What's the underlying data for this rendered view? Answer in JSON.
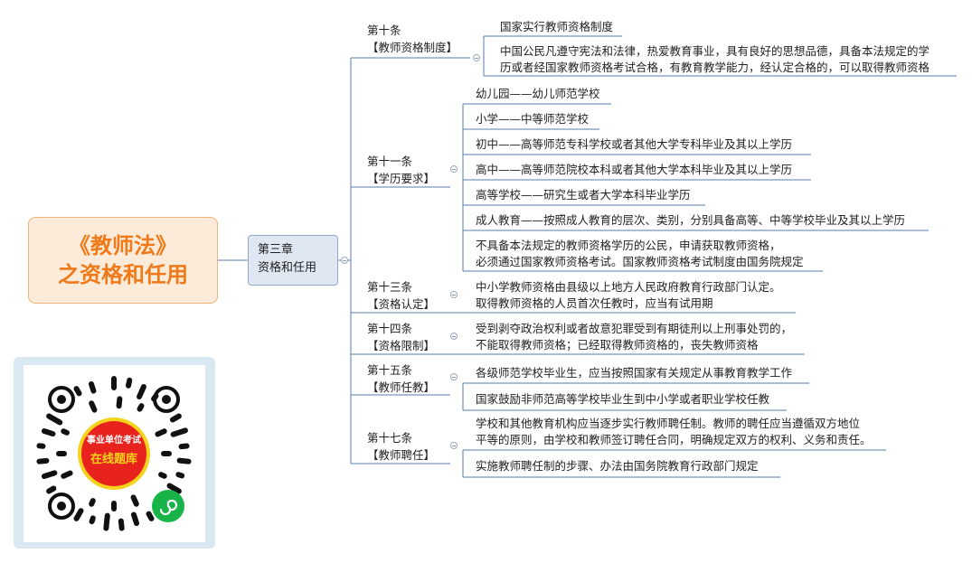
{
  "root": {
    "line1": "《教师法》",
    "line2": "之资格和任用"
  },
  "chapter": {
    "line1": "第三章",
    "line2": "资格和任用"
  },
  "articles": [
    {
      "id": "a10",
      "title": "第十条",
      "subtitle": "【教师资格制度】",
      "leaves": [
        {
          "lines": [
            "国家实行教师资格制度"
          ]
        },
        {
          "lines": [
            "中国公民凡遵守宪法和法律，热爱教育事业，具有良好的思想品德，具备本法规定的学",
            "历或者经国家教师资格考试合格，有教育教学能力，经认定合格的，可以取得教师资格"
          ]
        }
      ]
    },
    {
      "id": "a11",
      "title": "第十一条",
      "subtitle": "【学历要求】",
      "leaves": [
        {
          "lines": [
            "幼儿园——幼儿师范学校"
          ]
        },
        {
          "lines": [
            "小学——中等师范学校"
          ]
        },
        {
          "lines": [
            "初中——高等师范专科学校或者其他大学专科毕业及其以上学历"
          ]
        },
        {
          "lines": [
            "高中——高等师范院校本科或者其他大学本科毕业及其以上学历"
          ]
        },
        {
          "lines": [
            "高等学校——研究生或者大学本科毕业学历"
          ]
        },
        {
          "lines": [
            "成人教育——按照成人教育的层次、类别，分别具备高等、中等学校毕业及其以上学历"
          ]
        },
        {
          "lines": [
            "不具备本法规定的教师资格学历的公民，申请获取教师资格，",
            "必须通过国家教师资格考试。国家教师资格考试制度由国务院规定"
          ]
        }
      ]
    },
    {
      "id": "a13",
      "title": "第十三条",
      "subtitle": "【资格认定】",
      "leaves": [
        {
          "lines": [
            "中小学教师资格由县级以上地方人民政府教育行政部门认定。",
            "取得教师资格的人员首次任教时，应当有试用期"
          ]
        }
      ]
    },
    {
      "id": "a14",
      "title": "第十四条",
      "subtitle": "【资格限制】",
      "leaves": [
        {
          "lines": [
            "受到剥夺政治权利或者故意犯罪受到有期徒刑以上刑事处罚的，",
            "不能取得教师资格；已经取得教师资格的，丧失教师资格"
          ]
        }
      ]
    },
    {
      "id": "a15",
      "title": "第十五条",
      "subtitle": "【教师任教】",
      "leaves": [
        {
          "lines": [
            "各级师范学校毕业生，应当按照国家有关规定从事教育教学工作"
          ]
        },
        {
          "lines": [
            "国家鼓励非师范高等学校毕业生到中小学或者职业学校任教"
          ]
        }
      ]
    },
    {
      "id": "a17",
      "title": "第十七条",
      "subtitle": "【教师聘任】",
      "leaves": [
        {
          "lines": [
            "学校和其他教育机构应当逐步实行教师聘任制。教师的聘任应当遵循双方地位",
            "平等的原则，由学校和教师签订聘任合同，明确规定双方的权利、义务和责任。"
          ]
        },
        {
          "lines": [
            "实施教师聘任制的步骤、办法由国务院教育行政部门规定"
          ]
        }
      ]
    }
  ],
  "qr": {
    "line1": "事业单位考试",
    "line2": "在线题库"
  },
  "colors": {
    "root_text": "#f07a1a",
    "root_fill": "#fdebd9",
    "chapter_fill": "#dfe7f3",
    "line": "#5a7bb0",
    "qr_red": "#e8231d",
    "qr_yellow": "#f5d21c",
    "qr_green": "#18b44a"
  }
}
